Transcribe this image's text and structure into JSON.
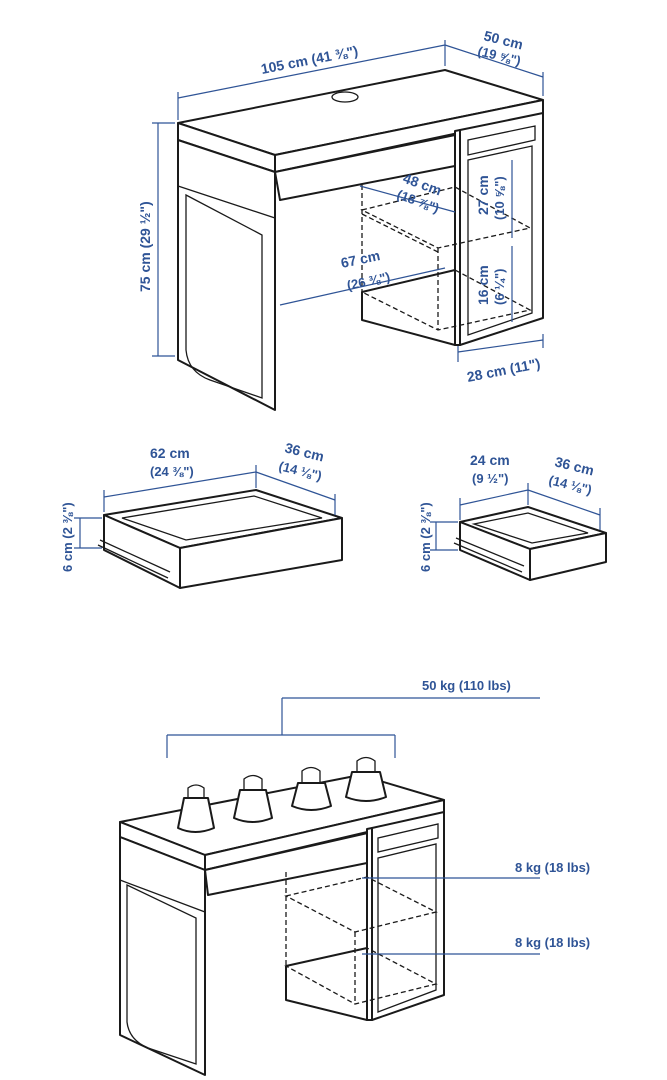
{
  "desk": {
    "width": "105 cm (41 ⅜\")",
    "depth": "50 cm",
    "depth_in": "(19 ⅝\")",
    "height": "75 cm (29 ½\")",
    "knee_depth": "48 cm",
    "knee_depth_in": "(18 ⅞\")",
    "knee_width": "67 cm",
    "knee_width_in": "(26 ⅜\")",
    "upper_shelf": "27 cm",
    "upper_shelf_in": "(10 ⅝\")",
    "lower_shelf": "16 cm",
    "lower_shelf_in": "(6 ¼\")",
    "cabinet_width": "28 cm (11\")"
  },
  "drawer_large": {
    "width": "62 cm",
    "width_in": "(24 ⅜\")",
    "depth": "36 cm",
    "depth_in": "(14 ⅛\")",
    "height": "6 cm (2 ⅜\")"
  },
  "drawer_small": {
    "width": "24 cm",
    "width_in": "(9 ½\")",
    "depth": "36 cm",
    "depth_in": "(14 ⅛\")",
    "height": "6 cm (2 ⅜\")"
  },
  "loads": {
    "top": "50 kg (110 lbs)",
    "upper_shelf": "8 kg (18 lbs)",
    "lower_shelf": "8 kg (18 lbs)"
  },
  "colors": {
    "dimension_text": "#2f5496",
    "outline": "#1a1a1a"
  }
}
